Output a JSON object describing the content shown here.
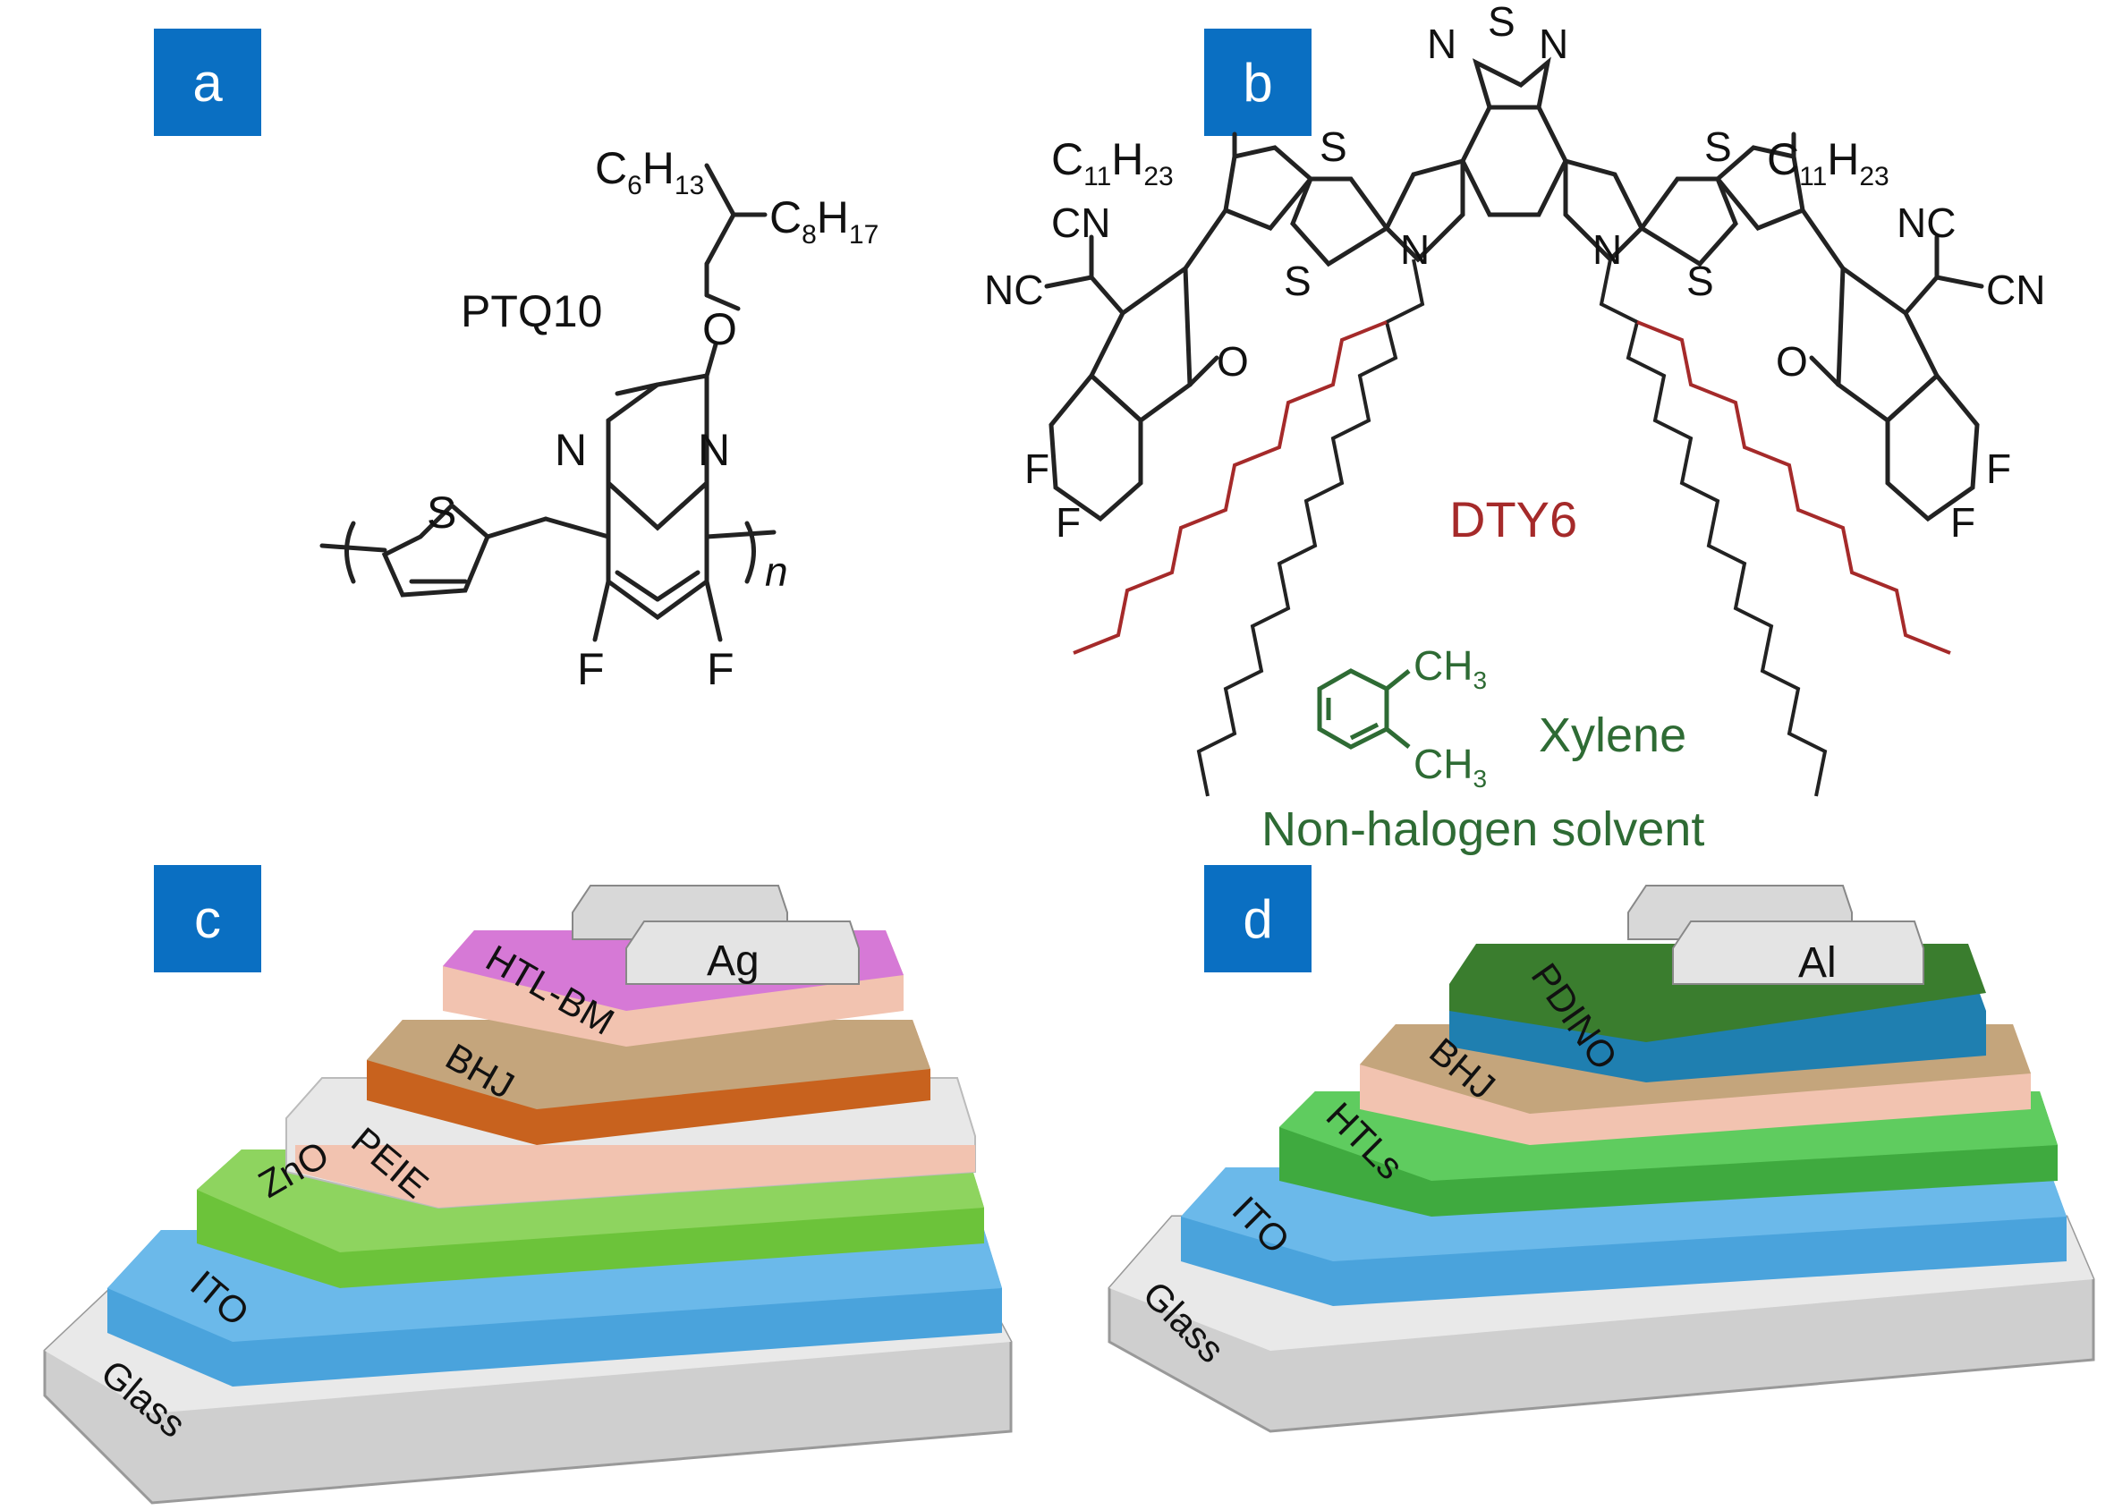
{
  "panels": {
    "a": {
      "badge": "a",
      "polymer_name": "PTQ10",
      "chain1": {
        "main": "C",
        "sub1": "6",
        "main2": "H",
        "sub2": "13"
      },
      "chain2": {
        "main": "C",
        "sub1": "8",
        "main2": "H",
        "sub2": "17"
      },
      "atoms": {
        "oxygen": "O",
        "n_left": "N",
        "n_right": "N",
        "sulfur": "S",
        "f_left": "F",
        "f_right": "F",
        "repeat": "n"
      }
    },
    "b": {
      "badge": "b",
      "molecule_name": "DTY6",
      "chain_left": {
        "main": "C",
        "sub1": "11",
        "main2": "H",
        "sub2": "23"
      },
      "chain_right": {
        "main": "C",
        "sub1": "11",
        "main2": "H",
        "sub2": "23"
      },
      "atoms": {
        "n_top_left": "N",
        "s_top": "S",
        "n_top_right": "N",
        "s1": "S",
        "s2": "S",
        "s3": "S",
        "s4": "S",
        "n_core_left": "N",
        "n_core_right": "N",
        "cn1": "CN",
        "nc1": "NC",
        "nc2": "NC",
        "cn2": "CN",
        "o_left": "O",
        "o_right": "O",
        "f1": "F",
        "f2": "F",
        "f3": "F",
        "f4": "F"
      },
      "solvent": {
        "ch3_top": "CH",
        "ch3_top_sub": "3",
        "ch3_bottom": "CH",
        "ch3_bottom_sub": "3",
        "name": "Xylene",
        "caption": "Non-halogen solvent"
      }
    },
    "c": {
      "badge": "c",
      "layers": [
        "Ag",
        "HTL-BM",
        "BHJ",
        "PEIE",
        "ZnO",
        "ITO",
        "Glass"
      ]
    },
    "d": {
      "badge": "d",
      "layers": [
        "Al",
        "PDINO",
        "BHJ",
        "HTLs",
        "ITO",
        "Glass"
      ]
    }
  },
  "colors": {
    "badge": "#0a6fc2",
    "dty6": "#a52a2a",
    "solvent": "#2e6b34",
    "htl_bm": "#d679d6",
    "bhj": "#c4a57c",
    "bhj_bottom": "#c8621e",
    "peie": "#e8e8e8",
    "zno": "#7acc4a",
    "ito": "#4aa3dc",
    "glass": "#cfcfcf",
    "pdino": "#3a7d2e",
    "htls": "#4cc24c",
    "pink": "#f2c3b0"
  }
}
